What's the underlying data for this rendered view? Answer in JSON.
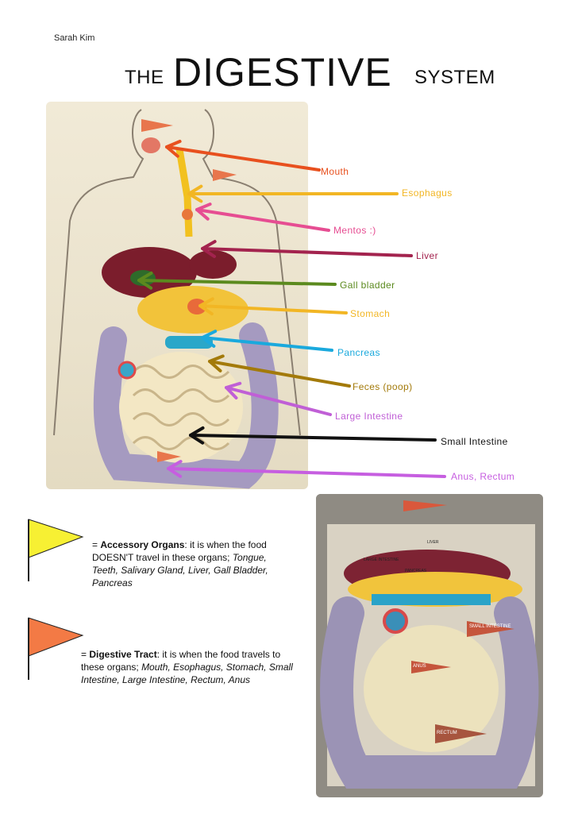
{
  "author": "Sarah Kim",
  "title": {
    "pre": "THE",
    "main": "DIGESTIVE",
    "post": "SYSTEM"
  },
  "labels": [
    {
      "text": "Mouth",
      "color": "#e8501e"
    },
    {
      "text": "Esophagus",
      "color": "#f2b624"
    },
    {
      "text": "Mentos :)",
      "color": "#e64d92"
    },
    {
      "text": "Liver",
      "color": "#a3234e"
    },
    {
      "text": "Gall bladder",
      "color": "#5b8a1e"
    },
    {
      "text": "Stomach",
      "color": "#f2b624"
    },
    {
      "text": "Pancreas",
      "color": "#1aa9dd"
    },
    {
      "text": "Feces (poop)",
      "color": "#a37a0a"
    },
    {
      "text": "Large Intestine",
      "color": "#c05fd6"
    },
    {
      "text": "Small Intestine",
      "color": "#111111"
    },
    {
      "text": "Anus, Rectum",
      "color": "#c65ee0"
    }
  ],
  "legend": {
    "accessory": {
      "flag_color": "#f7f033",
      "eq": "= ",
      "term": "Accessory Organs",
      "desc": ": it is when the food DOESN'T travel in these organs; ",
      "organs": "Tongue, Teeth, Salivary Gland, Liver, Gall Bladder, Pancreas"
    },
    "tract": {
      "flag_color": "#f37a45",
      "eq": "= ",
      "term": "Digestive Tract",
      "desc": ": it is when the food travels to these organs; ",
      "organs": "Mouth, Esophagus, Stomach, Small Intestine, Large Intestine, Rectum, Anus"
    }
  },
  "photo_labels": {
    "small_intestine": "SMALL INTESTINE",
    "anus": "ANUS",
    "rectum": "RECTUM",
    "liver": "LIVER",
    "large_intestine": "LARGE INTESTINE",
    "pancreas": "PANCREAS"
  }
}
